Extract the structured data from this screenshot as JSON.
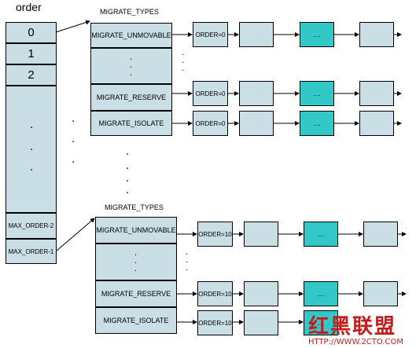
{
  "order_label": "order",
  "order_array": {
    "cells": [
      "0",
      "1",
      "2"
    ],
    "ellipsis": ".",
    "max_order_2": "MAX_ORDER-2",
    "max_order_1": "MAX_ORDER-1"
  },
  "top_group": {
    "heading": "MIGRATE_TYPES",
    "rows": [
      "MIGRATE_UNMOVABLE",
      "MIGRATE_RESERVE",
      "MIGRATE_ISOLATE"
    ],
    "vdots": ".",
    "order_tag": "ORDER=0",
    "page_dots": "...."
  },
  "bottom_group": {
    "heading": "MIGRATE_TYPES",
    "rows": [
      "MIGRATE_UNMOVABLE",
      "MIGRATE_RESERVE",
      "MIGRATE_ISOLATE"
    ],
    "vdots": ".",
    "order_tag": "ORDER=10",
    "page_dots": "...."
  },
  "between_dots": ".",
  "watermark": {
    "text": "红黑联盟",
    "url": "HTTP://WWW.2CTO.COM"
  },
  "colors": {
    "cell_fill": "#cadfe5",
    "highlight_fill": "#33c8c8",
    "watermark": "#c21d1d"
  }
}
